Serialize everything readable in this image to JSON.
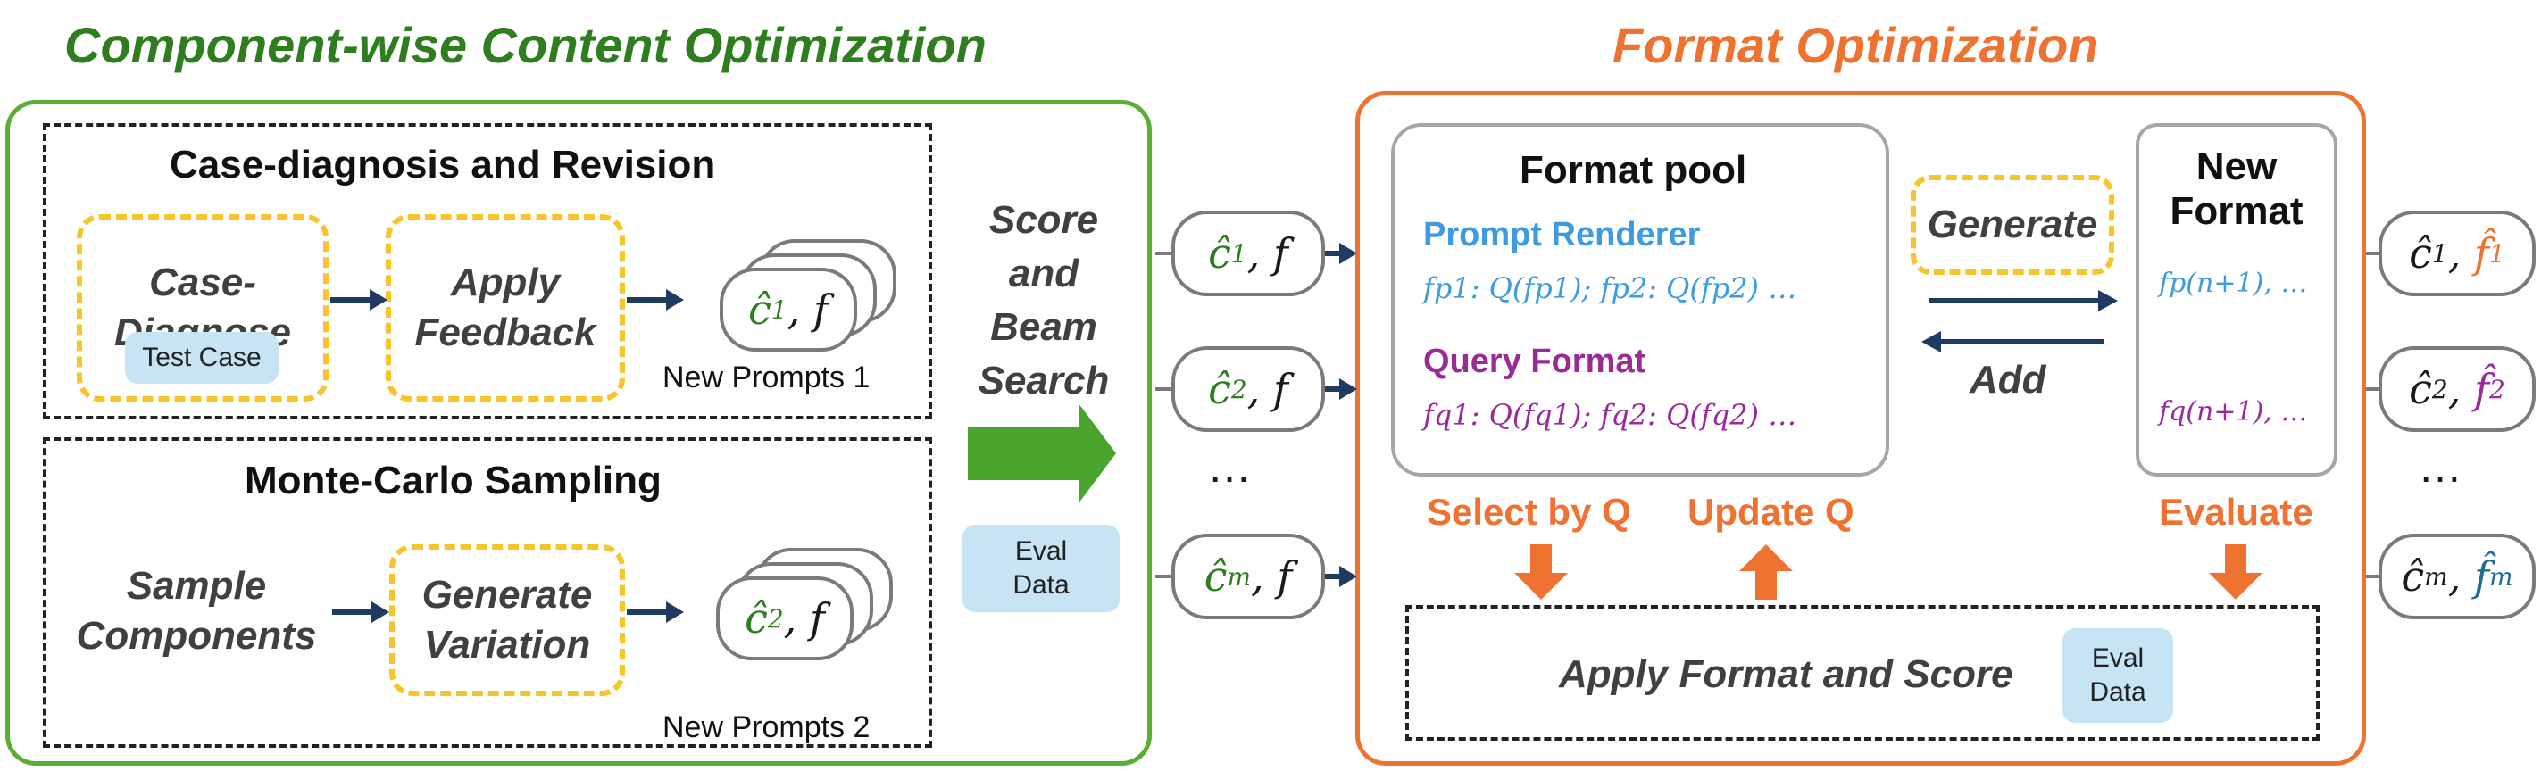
{
  "left": {
    "title": "Component-wise Content Optimization",
    "case_section": {
      "heading": "Case-diagnosis and Revision",
      "diagnose_label": "Case-Diagnose",
      "diagnose_line1": "Case-",
      "diagnose_line2": "Diagnose",
      "test_case": "Test Case",
      "feedback_line1": "Apply",
      "feedback_line2": "Feedback",
      "prompt_hat": "ĉ",
      "prompt_sub": "1",
      "prompt_f": ", f",
      "caption": "New Prompts 1"
    },
    "mc_section": {
      "heading": "Monte-Carlo Sampling",
      "sample_line1": "Sample",
      "sample_line2": "Components",
      "variation_line1": "Generate",
      "variation_line2": "Variation",
      "prompt_hat": "ĉ",
      "prompt_sub": "2",
      "prompt_f": ", f",
      "caption": "New Prompts 2"
    }
  },
  "middle": {
    "score_line1": "Score",
    "score_line2": "and",
    "score_line3": "Beam",
    "score_line4": "Search",
    "eval_line1": "Eval",
    "eval_line2": "Data",
    "candidates": [
      {
        "hat": "ĉ",
        "sub": "1",
        "rest": ", f"
      },
      {
        "hat": "ĉ",
        "sub": "2",
        "rest": ", f"
      },
      {
        "hat": "ĉ",
        "sub": "m",
        "rest": ", f"
      }
    ],
    "ellipsis": "…"
  },
  "right": {
    "title": "Format Optimization",
    "pool": {
      "heading": "Format pool",
      "renderer_label": "Prompt Renderer",
      "renderer_items": "f<sub>p1</sub>: Q(f<sub>p1</sub>);  f<sub>p2</sub>: Q(f<sub>p2</sub>) …",
      "renderer_text": "fp1: Q(fp1);  fp2: Q(fp2) …",
      "query_label": "Query Format",
      "query_text": "fq1: Q(fq1);  fq2: Q(fq2) …"
    },
    "generate": "Generate",
    "add": "Add",
    "new_format": {
      "line1": "New",
      "line2": "Format",
      "p_item": "fp(n+1), …",
      "q_item": "fq(n+1), …"
    },
    "select_label": "Select by Q",
    "update_label": "Update Q",
    "evaluate_label": "Evaluate",
    "apply_label": "Apply Format and Score",
    "eval_line1": "Eval",
    "eval_line2": "Data",
    "outputs": [
      {
        "hat": "ĉ",
        "sub": "1",
        "fsub": "1",
        "fcolor": "#ef7230"
      },
      {
        "hat": "ĉ",
        "sub": "2",
        "fsub": "2",
        "fcolor": "#9b2a99"
      },
      {
        "hat": "ĉ",
        "sub": "m",
        "fsub": "m",
        "fcolor": "#1f6f94"
      }
    ],
    "ellipsis": "…"
  },
  "colors": {
    "green_border": "#5aad35",
    "green_text": "#2e7d1f",
    "orange": "#ef7230",
    "yellow_dash": "#f7c52a",
    "navy_arrow": "#1f3b63",
    "blue_text": "#3d9be0",
    "purple_text": "#9b2a99",
    "eval_fill": "#c6e4f4"
  }
}
